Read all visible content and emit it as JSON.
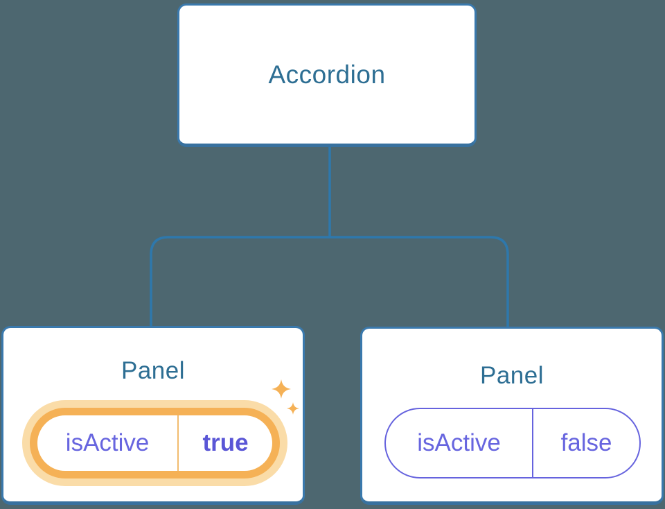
{
  "diagram": {
    "root": {
      "label": "Accordion"
    },
    "panels": [
      {
        "label": "Panel",
        "prop_name": "isActive",
        "prop_value": "true",
        "state": "active",
        "highlighted": true
      },
      {
        "label": "Panel",
        "prop_name": "isActive",
        "prop_value": "false",
        "state": "inactive",
        "highlighted": false
      }
    ]
  },
  "icons": {
    "active_state_change": "sparkles-icon"
  },
  "colors": {
    "background": "#4D6770",
    "node_fill": "#FFFFFF",
    "node_border": "#3A79AD",
    "node_border_bottom": "#38719F",
    "node_text": "#2D6E93",
    "connector": "#2E78AC",
    "prop_text": "#6765DF",
    "prop_value_active_text": "#5A56D6",
    "inactive_pill_border": "#6663DE",
    "highlight_ring": "#F5B156",
    "highlight_glow": "#FADCA8",
    "highlight_divider": "#F2BC6E",
    "sparkle": "#F5B156"
  }
}
